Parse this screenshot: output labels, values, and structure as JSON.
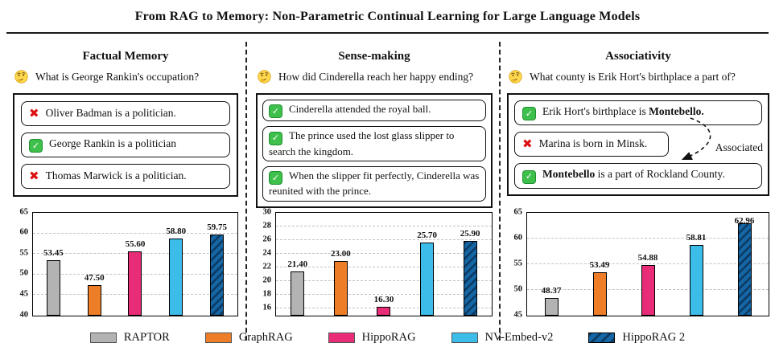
{
  "title": "From RAG to Memory: Non-Parametric Continual Learning for Large Language Models",
  "columns": [
    {
      "header": "Factual Memory",
      "question": "What is George Rankin's occupation?",
      "statements": [
        {
          "icon": "cross",
          "segments": [
            {
              "text": "Oliver Badman is a politician.",
              "bold": false
            }
          ]
        },
        {
          "icon": "check",
          "segments": [
            {
              "text": "George Rankin is a politician",
              "bold": false
            }
          ]
        },
        {
          "icon": "cross",
          "segments": [
            {
              "text": "Thomas Marwick is a politician.",
              "bold": false
            }
          ]
        }
      ]
    },
    {
      "header": "Sense-making",
      "question": "How did Cinderella reach her happy ending?",
      "statements": [
        {
          "icon": "check",
          "segments": [
            {
              "text": "Cinderella attended the royal ball.",
              "bold": false
            }
          ]
        },
        {
          "icon": "check",
          "segments": [
            {
              "text": "The prince used the lost glass slipper to search the kingdom.",
              "bold": false
            }
          ]
        },
        {
          "icon": "check",
          "segments": [
            {
              "text": "When the slipper fit perfectly, Cinderella was reunited with the prince.",
              "bold": false
            }
          ]
        }
      ]
    },
    {
      "header": "Associativity",
      "question": "What county is Erik Hort's birthplace a part of?",
      "annotation": "Associated",
      "statements": [
        {
          "icon": "check",
          "segments": [
            {
              "text": "Erik Hort's birthplace is ",
              "bold": false
            },
            {
              "text": "Montebello.",
              "bold": true
            }
          ]
        },
        {
          "icon": "cross",
          "narrow": true,
          "segments": [
            {
              "text": "Marina is born in Minsk.",
              "bold": false
            }
          ]
        },
        {
          "icon": "check",
          "segments": [
            {
              "text": "Montebello",
              "bold": true
            },
            {
              "text": " is a part of Rockland County.",
              "bold": false
            }
          ]
        }
      ]
    }
  ],
  "methods": [
    {
      "label": "RAPTOR",
      "slug": "raptor",
      "color": "#b3b3b3",
      "hatch": false
    },
    {
      "label": "GraphRAG",
      "slug": "graphrag",
      "color": "#ee7d28",
      "hatch": false
    },
    {
      "label": "HippoRAG",
      "slug": "hipporag",
      "color": "#e92c77",
      "hatch": false
    },
    {
      "label": "NV-Embed-v2",
      "slug": "nv-embed-v2",
      "color": "#3cbce8",
      "hatch": false
    },
    {
      "label": "HippoRAG 2",
      "slug": "hipporag-2",
      "color": "#1566a4",
      "hatch": true
    }
  ],
  "chart_data": [
    {
      "type": "bar",
      "title": "Factual Memory",
      "categories": [
        "RAPTOR",
        "GraphRAG",
        "HippoRAG",
        "NV-Embed-v2",
        "HippoRAG 2"
      ],
      "values": [
        53.45,
        47.5,
        55.6,
        58.8,
        59.75
      ],
      "bar_labels": [
        "53.45",
        "47.50",
        "55.60",
        "58.80",
        "59.75"
      ],
      "ylim": [
        40,
        65
      ],
      "yticks": [
        40,
        45,
        50,
        55,
        60,
        65
      ],
      "grid": true,
      "legend_position": "bottom-shared"
    },
    {
      "type": "bar",
      "title": "Sense-making",
      "categories": [
        "RAPTOR",
        "GraphRAG",
        "HippoRAG",
        "NV-Embed-v2",
        "HippoRAG 2"
      ],
      "values": [
        21.4,
        23.0,
        16.3,
        25.7,
        25.9
      ],
      "bar_labels": [
        "21.40",
        "23.00",
        "16.30",
        "25.70",
        "25.90"
      ],
      "ylim": [
        15,
        30
      ],
      "yticks": [
        16,
        18,
        20,
        22,
        24,
        26,
        28,
        30
      ],
      "grid": true,
      "legend_position": "bottom-shared"
    },
    {
      "type": "bar",
      "title": "Associativity",
      "categories": [
        "RAPTOR",
        "GraphRAG",
        "HippoRAG",
        "NV-Embed-v2",
        "HippoRAG 2"
      ],
      "values": [
        48.37,
        53.49,
        54.88,
        58.81,
        62.96
      ],
      "bar_labels": [
        "48.37",
        "53.49",
        "54.88",
        "58.81",
        "62.96"
      ],
      "ylim": [
        45,
        65
      ],
      "yticks": [
        45,
        50,
        55,
        60,
        65
      ],
      "grid": true,
      "legend_position": "bottom-shared"
    }
  ],
  "icon_colors": {
    "check_green": "#3fbf4c",
    "cross_red": "#dd1111"
  }
}
